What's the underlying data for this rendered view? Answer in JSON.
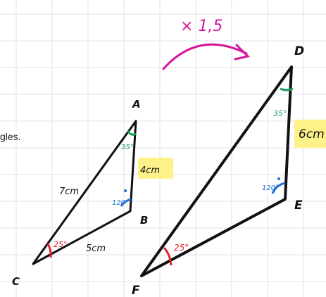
{
  "caption_fragment": "gles.",
  "scale_label": "× 1,5",
  "colors": {
    "grid": "#dfe3ea",
    "stroke": "#111111",
    "highlight": "#fdf28a",
    "arrow": "#d6169b",
    "angle_red": "#e3242b",
    "angle_blue": "#1f6fd0",
    "angle_green": "#149e5a"
  },
  "small_triangle": {
    "vertices": {
      "A": "A",
      "B": "B",
      "C": "C"
    },
    "side_AC": "7cm",
    "side_AB": "4cm",
    "side_BC": "5cm",
    "angle_A": "35°",
    "angle_B": "120°",
    "angle_C": "25°"
  },
  "large_triangle": {
    "vertices": {
      "D": "D",
      "E": "E",
      "F": "F"
    },
    "side_DE": "6cm",
    "angle_D": "35°",
    "angle_E": "120°",
    "angle_F": "25°"
  }
}
